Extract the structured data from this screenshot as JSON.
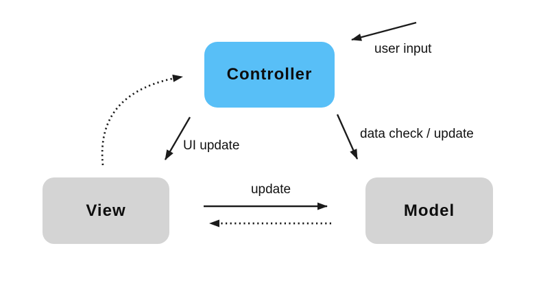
{
  "diagram": {
    "name": "mvc-pattern-diagram",
    "nodes": {
      "controller": {
        "label": "Controller",
        "fill": "#58BFF7"
      },
      "view": {
        "label": "View",
        "fill": "#D4D4D4"
      },
      "model": {
        "label": "Model",
        "fill": "#D4D4D4"
      }
    },
    "edges": {
      "user_input": {
        "label": "user input",
        "from": "user",
        "to": "controller",
        "style": "solid"
      },
      "view_to_controller": {
        "label": "",
        "from": "view",
        "to": "controller",
        "style": "dotted"
      },
      "ui_update": {
        "label": "UI update",
        "from": "controller",
        "to": "view",
        "style": "solid"
      },
      "data_check_update": {
        "label": "data check / update",
        "from": "controller",
        "to": "model",
        "style": "solid"
      },
      "update": {
        "label": "update",
        "from": "view",
        "to": "model",
        "style": "solid"
      },
      "model_to_view": {
        "label": "",
        "from": "model",
        "to": "view",
        "style": "dotted"
      }
    },
    "colors": {
      "background": "#ffffff",
      "arrow": "#1b1b1b",
      "text": "#111111"
    }
  }
}
